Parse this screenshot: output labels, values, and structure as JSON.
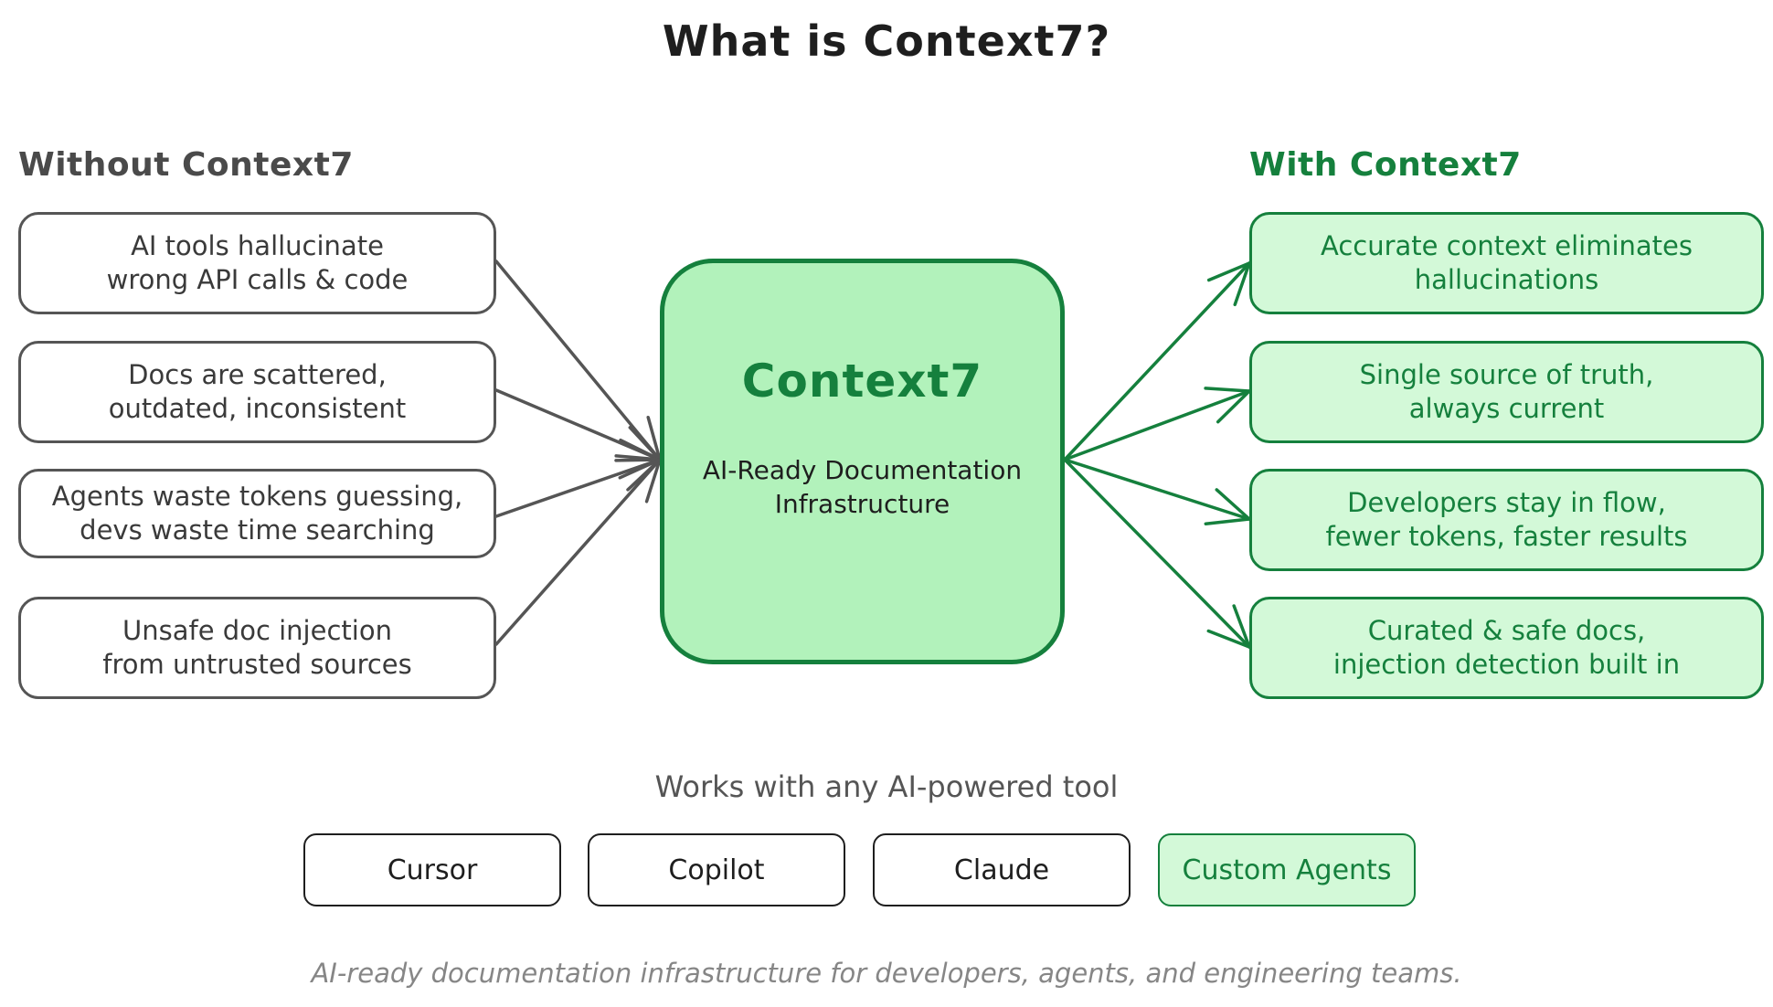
{
  "title": "What is Context7?",
  "without": {
    "heading": "Without Context7",
    "items": [
      "AI tools hallucinate\nwrong API calls & code",
      "Docs are scattered,\noutdated, inconsistent",
      "Agents waste tokens guessing,\ndevs waste time searching",
      "Unsafe doc injection\nfrom untrusted sources"
    ]
  },
  "center": {
    "title": "Context7",
    "subtitle": "AI-Ready Documentation\nInfrastructure"
  },
  "with": {
    "heading": "With Context7",
    "items": [
      "Accurate context eliminates\nhallucinations",
      "Single source of truth,\nalways current",
      "Developers stay in flow,\nfewer tokens, faster results",
      "Curated & safe docs,\ninjection detection built in"
    ]
  },
  "tools": {
    "label": "Works with any AI-powered tool",
    "items": [
      "Cursor",
      "Copilot",
      "Claude",
      "Custom Agents"
    ],
    "highlighted": "Custom Agents"
  },
  "footer": "AI-ready documentation infrastructure for developers, agents, and engineering teams.",
  "colors": {
    "accent_green": "#15803d",
    "center_fill": "#b2f2bb",
    "benefit_fill": "#d3f9d8",
    "problem_stroke": "#555555",
    "text_dark": "#1e1e1e",
    "footer_gray": "#868686"
  }
}
